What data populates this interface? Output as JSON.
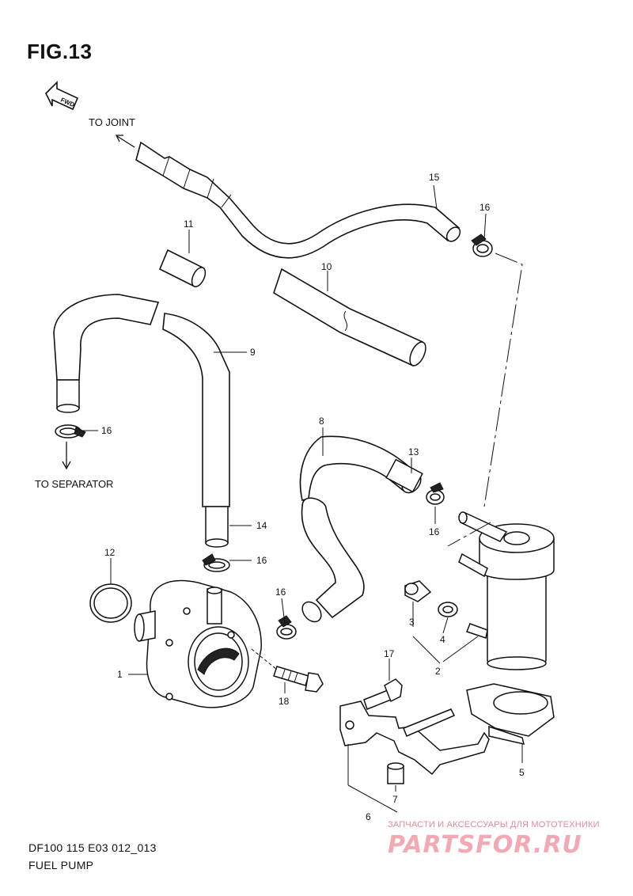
{
  "figure": {
    "title": "FIG.13",
    "model_code": "DF100 115 E03 012_013",
    "name": "FUEL PUMP"
  },
  "labels": {
    "fwd": "FWD",
    "to_joint": "TO JOINT",
    "to_separator": "TO SEPARATOR"
  },
  "callouts": [
    "1",
    "2",
    "3",
    "4",
    "5",
    "6",
    "7",
    "8",
    "9",
    "10",
    "11",
    "12",
    "13",
    "14",
    "15",
    "16",
    "17",
    "18"
  ],
  "watermark": {
    "tagline": "ЗАПЧАСТИ И АКСЕССУАРЫ ДЛЯ МОТОТЕХНИКИ",
    "brand": "PARTSFOR.RU"
  },
  "colors": {
    "ink": "#111111",
    "watermark": "#f2a9b4"
  }
}
